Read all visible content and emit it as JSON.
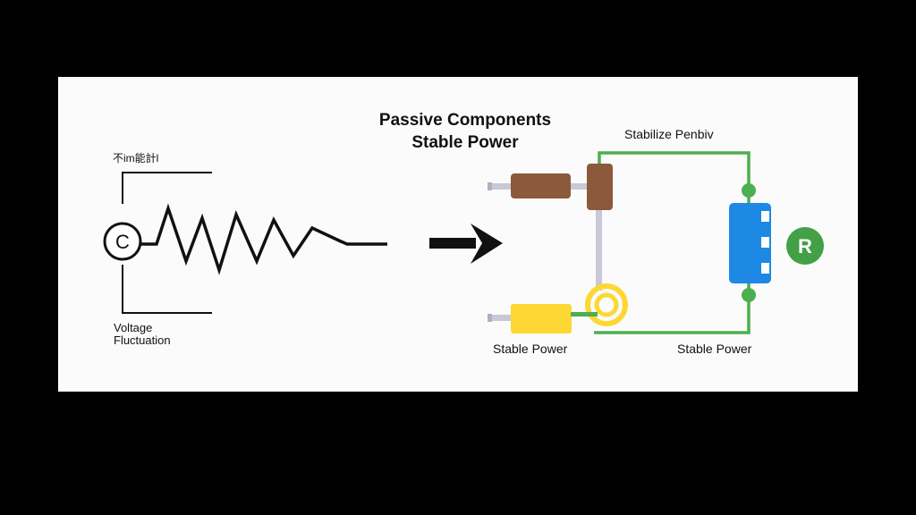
{
  "title": {
    "line1": "Passive Components",
    "line2": "Stable Power"
  },
  "left": {
    "top_label": "不im能計l",
    "capacitor_letter": "C",
    "bottom_label_line1": "Voltage",
    "bottom_label_line2": "Fluctuation"
  },
  "right": {
    "top_label": "Stabilize Penbiv",
    "resistor_letter": "R",
    "bottom_left_label": "Stable Power",
    "bottom_right_label": "Stable Power"
  },
  "colors": {
    "background": "#000000",
    "panel": "#fbfbfb",
    "wire_green": "#4caf50",
    "wire_gray": "#c8c8d6",
    "resistor_brown": "#8b5a3c",
    "capacitor_yellow": "#fdd835",
    "module_blue": "#1e88e5",
    "badge_green": "#43a047"
  }
}
